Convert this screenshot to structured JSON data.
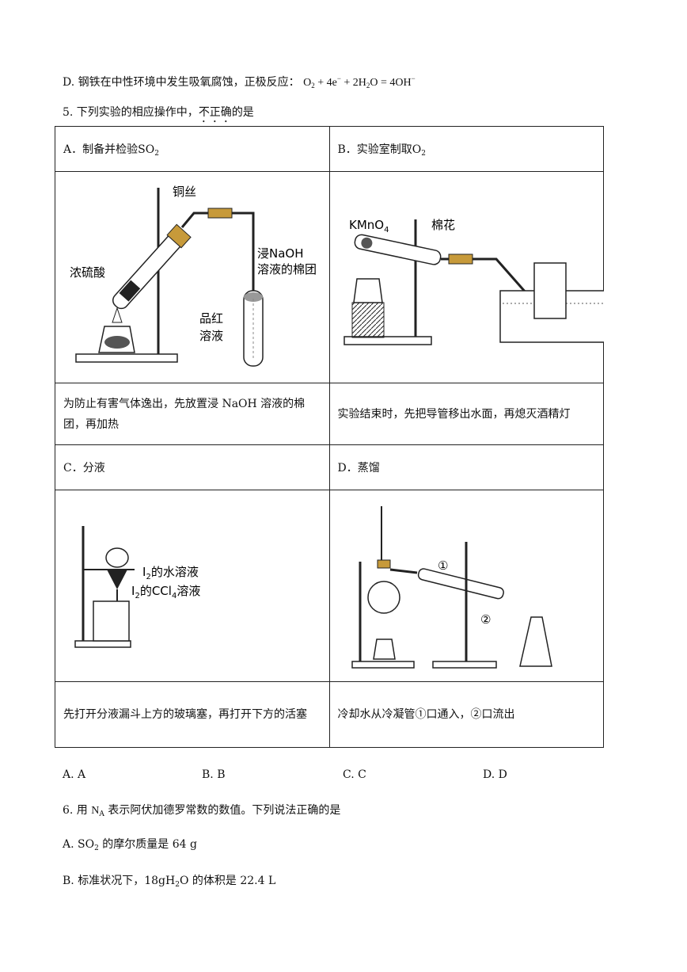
{
  "line_d": {
    "label": "D. 钢铁在中性环境中发生吸氧腐蚀，正极反应：",
    "eq_pre": "O",
    "eq_mid": " + 4e",
    "eq_mid2": " + 2H",
    "eq_mid3": "O = 4OH",
    "sub2": "2",
    "sup_minus": "−"
  },
  "q5": {
    "prefix": "5. 下列实验的相应操作中，",
    "emph": "不正确",
    "suffix": "的是"
  },
  "table": {
    "a_title": "A．制备并检验SO",
    "a_sub": "2",
    "b_title": "B．实验室制取O",
    "b_sub": "2",
    "a_labels": {
      "copper": "铜丝",
      "acid": "浓硫酸",
      "naoh1": "浸NaOH",
      "naoh2": "溶液的棉团",
      "red1": "品红",
      "red2": "溶液"
    },
    "b_labels": {
      "kmno4": "KMnO",
      "kmno4_sub": "4",
      "cotton": "棉花"
    },
    "a_text": "为防止有害气体逸出，先放置浸 NaOH 溶液的棉团，再加热",
    "b_text": "实验结束时，先把导管移出水面，再熄灭酒精灯",
    "c_title": "C．分液",
    "d_title": "D．蒸馏",
    "c_labels": {
      "l1_pre": "I",
      "l1_sub": "2",
      "l1_post": "的水溶液",
      "l2_pre": "I",
      "l2_sub": "2",
      "l2_mid": "的CCl",
      "l2_sub2": "4",
      "l2_post": "溶液"
    },
    "d_labels": {
      "one": "①",
      "two": "②"
    },
    "c_text": "先打开分液漏斗上方的玻璃塞，再打开下方的活塞",
    "d_text": "冷却水从冷凝管①口通入，②口流出"
  },
  "choices": [
    "A. A",
    "B. B",
    "C. C",
    "D. D"
  ],
  "q6": {
    "prefix": "6. 用 ",
    "na": "N",
    "na_sub": "A",
    "suffix": " 表示阿伏加德罗常数的数值。下列说法正确的是"
  },
  "opt_a": {
    "pre": "A. ",
    "f": "SO",
    "f_sub": "2",
    "post": " 的摩尔质量是 64 g"
  },
  "opt_b": {
    "pre": "B. 标准状况下，",
    "f": "18gH",
    "f_sub": "2",
    "f2": "O",
    "post": " 的体积是 22.4 L"
  }
}
